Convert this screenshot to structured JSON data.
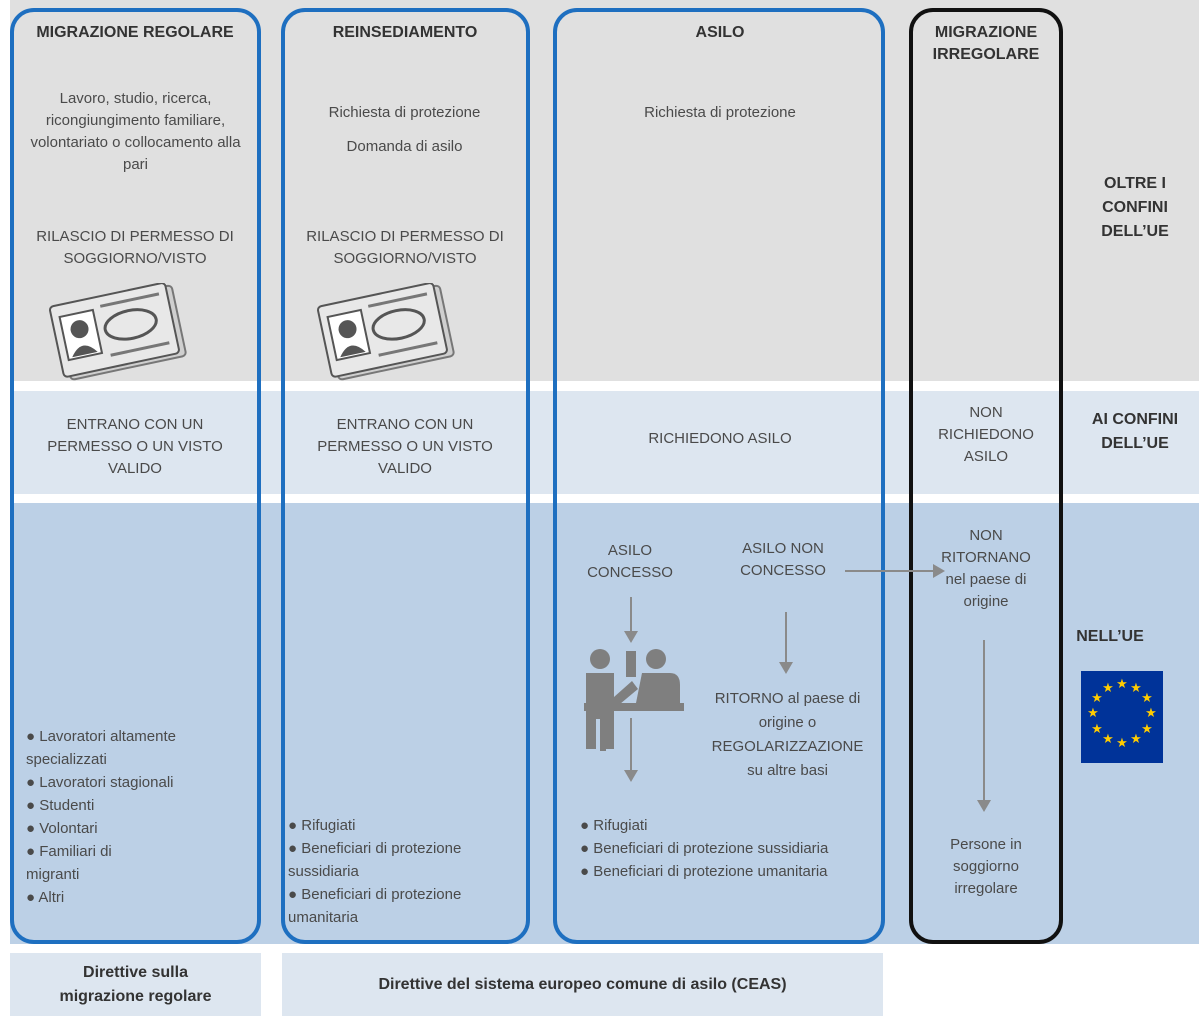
{
  "columns": {
    "regolare": {
      "title": "MIGRAZIONE REGOLARE",
      "top_text": "Lavoro, studio, ricerca, ricongiungimento familiare, volontariato o collocamento alla pari",
      "permit": "RILASCIO DI PERMESSO DI SOGGIORNO/VISTO",
      "border": "ENTRANO CON UN PERMESSO O UN VISTO VALIDO",
      "list": [
        "Lavoratori altamente specializzati",
        "Lavoratori stagionali",
        "Studenti",
        "Volontari",
        "Familiari di migranti",
        "Altri"
      ]
    },
    "reinsediamento": {
      "title": "REINSEDIAMENTO",
      "top_text_1": "Richiesta di protezione",
      "top_text_2": "Domanda di asilo",
      "permit": "RILASCIO DI PERMESSO DI SOGGIORNO/VISTO",
      "border": "ENTRANO CON UN PERMESSO O UN VISTO VALIDO",
      "list": [
        "Rifugiati",
        "Beneficiari di protezione sussidiaria",
        "Beneficiari di protezione umanitaria"
      ]
    },
    "asilo": {
      "title": "ASILO",
      "top_text": "Richiesta di protezione",
      "border": "RICHIEDONO ASILO",
      "granted": "ASILO CONCESSO",
      "not_granted": "ASILO NON CONCESSO",
      "return_text": "RITORNO al paese di origine o REGOLARIZZAZIONE su altre basi",
      "list": [
        "Rifugiati",
        "Beneficiari di protezione sussidiaria",
        "Beneficiari di protezione umanitaria"
      ]
    },
    "irregolare": {
      "title": "MIGRAZIONE IRREGOLARE",
      "border": "NON RICHIEDONO ASILO",
      "not_return": "NON RITORNANO nel paese di origine",
      "persons": "Persone in soggiorno irregolare"
    }
  },
  "rows": {
    "oltre": "OLTRE I CONFINI DELL’UE",
    "ai_confini": "AI CONFINI DELL’UE",
    "nell_ue": "NELL’UE"
  },
  "footer": {
    "left": "Direttive sulla migrazione regolare",
    "center": "Direttive del sistema europeo comune di asilo (CEAS)"
  },
  "colors": {
    "column_border": "#1e6fc0",
    "irregular_border": "#111111",
    "band_top": "#e0e0e0",
    "band_mid": "#dde6f0",
    "band_bottom": "#bcd0e6",
    "eu_flag_blue": "#003399",
    "eu_flag_star": "#ffcc00"
  },
  "icons": [
    "permit-document-icon",
    "asylum-desk-icon",
    "eu-flag-icon"
  ]
}
